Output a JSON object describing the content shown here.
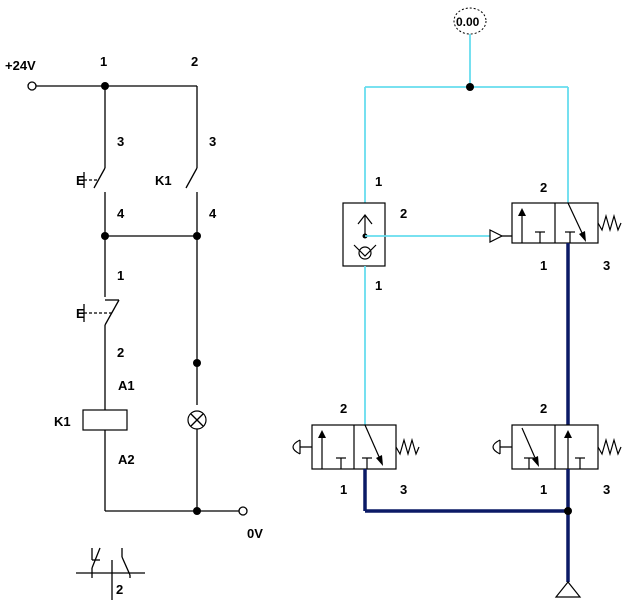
{
  "electrical": {
    "supply_label": "+24V",
    "ground_label": "0V",
    "column_numbers": [
      "1",
      "2"
    ],
    "pushbutton_no": {
      "tag": "E",
      "terminal_top": "3",
      "terminal_bottom": "4"
    },
    "relay_contact": {
      "tag": "K1",
      "terminal_top": "3",
      "terminal_bottom": "4"
    },
    "pushbutton_nc": {
      "tag": "E",
      "terminal_top": "1",
      "terminal_bottom": "2"
    },
    "relay_coil": {
      "tag": "K1",
      "terminal_top": "A1",
      "terminal_bottom": "A2"
    },
    "lamp": {
      "icon": "lamp-icon"
    },
    "contact_map": {
      "column": "2"
    }
  },
  "pneumatic": {
    "gauge_value": "0.00",
    "shuttle_valve": {
      "port_in_top": "1",
      "port_out": "2",
      "port_in_bottom": "1"
    },
    "pilot_valve": {
      "port_out": "2",
      "port_in": "1",
      "port_exhaust": "3"
    },
    "manual_valve_left": {
      "port_out": "2",
      "port_in": "1",
      "port_exhaust": "3"
    },
    "manual_valve_right": {
      "port_out": "2",
      "port_in": "1",
      "port_exhaust": "3"
    },
    "line_colors": {
      "active": "#66ddee",
      "supply": "#0b1a66"
    }
  }
}
